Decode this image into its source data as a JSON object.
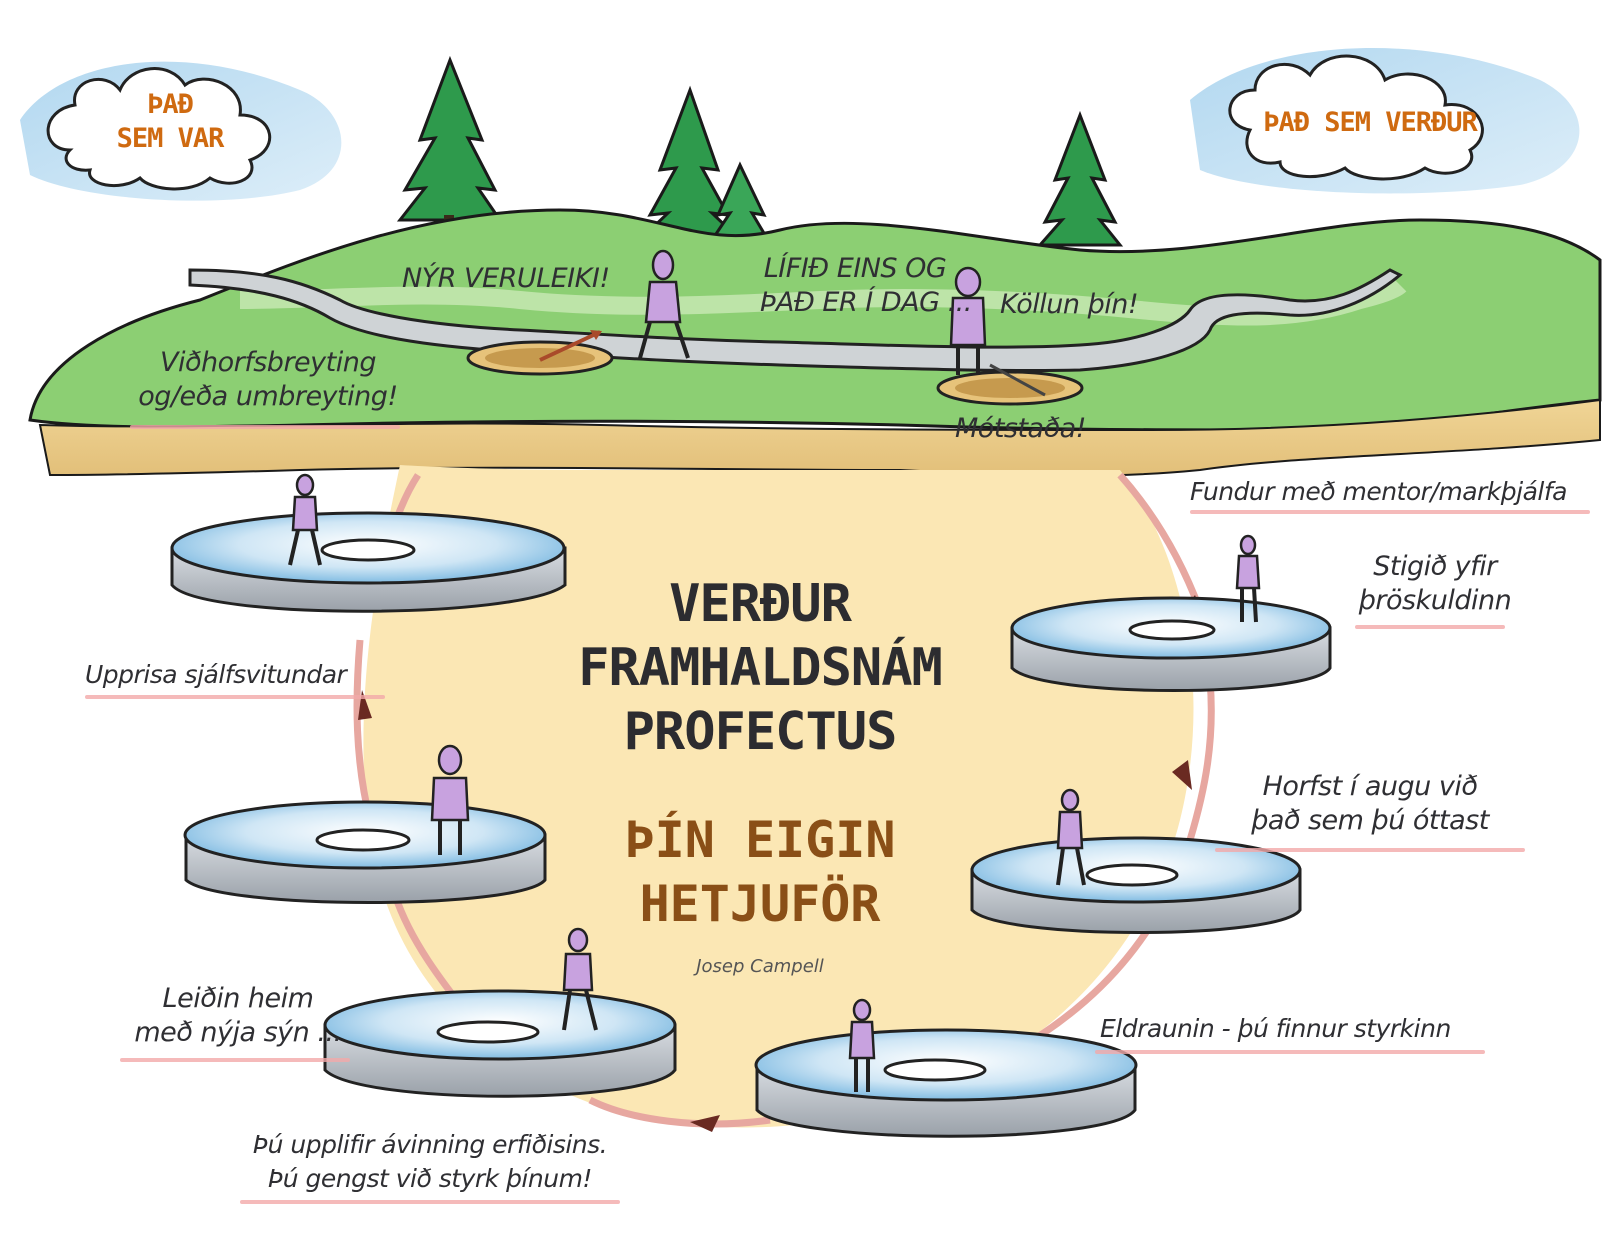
{
  "clouds": {
    "left": [
      "ÞAÐ",
      "SEM VAR"
    ],
    "right": [
      "ÞAÐ SEM VERÐUR"
    ]
  },
  "landscape_labels": {
    "new_reality": "NÝR VERULEIKI!",
    "life_today": [
      "LÍFIÐ EINS OG",
      "ÞAÐ ER Í DAG ..."
    ],
    "calling": "Köllun þín!",
    "resistance": "Mótstaða!",
    "attitude_change": [
      "Viðhorfsbreyting",
      "og/eða umbreyting!"
    ]
  },
  "journey_steps": {
    "mentor": "Fundur með mentor/markþjálfa",
    "threshold": [
      "Stigið yfir",
      "þröskuldinn"
    ],
    "face_fear": [
      "Horfst í augu við",
      "það sem þú óttast"
    ],
    "ordeal": "Eldraunin - þú finnur styrkinn",
    "reward": [
      "Þú upplifir ávinning erfiðisins.",
      "Þú gengst við styrk þínum!"
    ],
    "road_back": [
      "Leiðin heim",
      "með nýja sýn ..."
    ],
    "self_awareness": "Upprisa sjálfsvitundar"
  },
  "center": {
    "title_lines": [
      "VERÐUR",
      "FRAMHALDSNÁM",
      "PROFECTUS"
    ],
    "subtitle_lines": [
      "ÞÍN EIGIN",
      "HETJUFÖR"
    ],
    "author": "Josep Campell"
  },
  "colors": {
    "sky_blue": "#a9d3ee",
    "grass_green": "#7fc56b",
    "tree_green": "#2e9a4c",
    "soil_tan": "#e8c98a",
    "circle_fill": "#fbe7b4",
    "platform_blue": "#8fc4e6",
    "figure_purple": "#c8a2df",
    "accent_orange": "#cf6a10",
    "title_brown": "#8a4f17",
    "arrow_red": "#e7a7a0"
  }
}
